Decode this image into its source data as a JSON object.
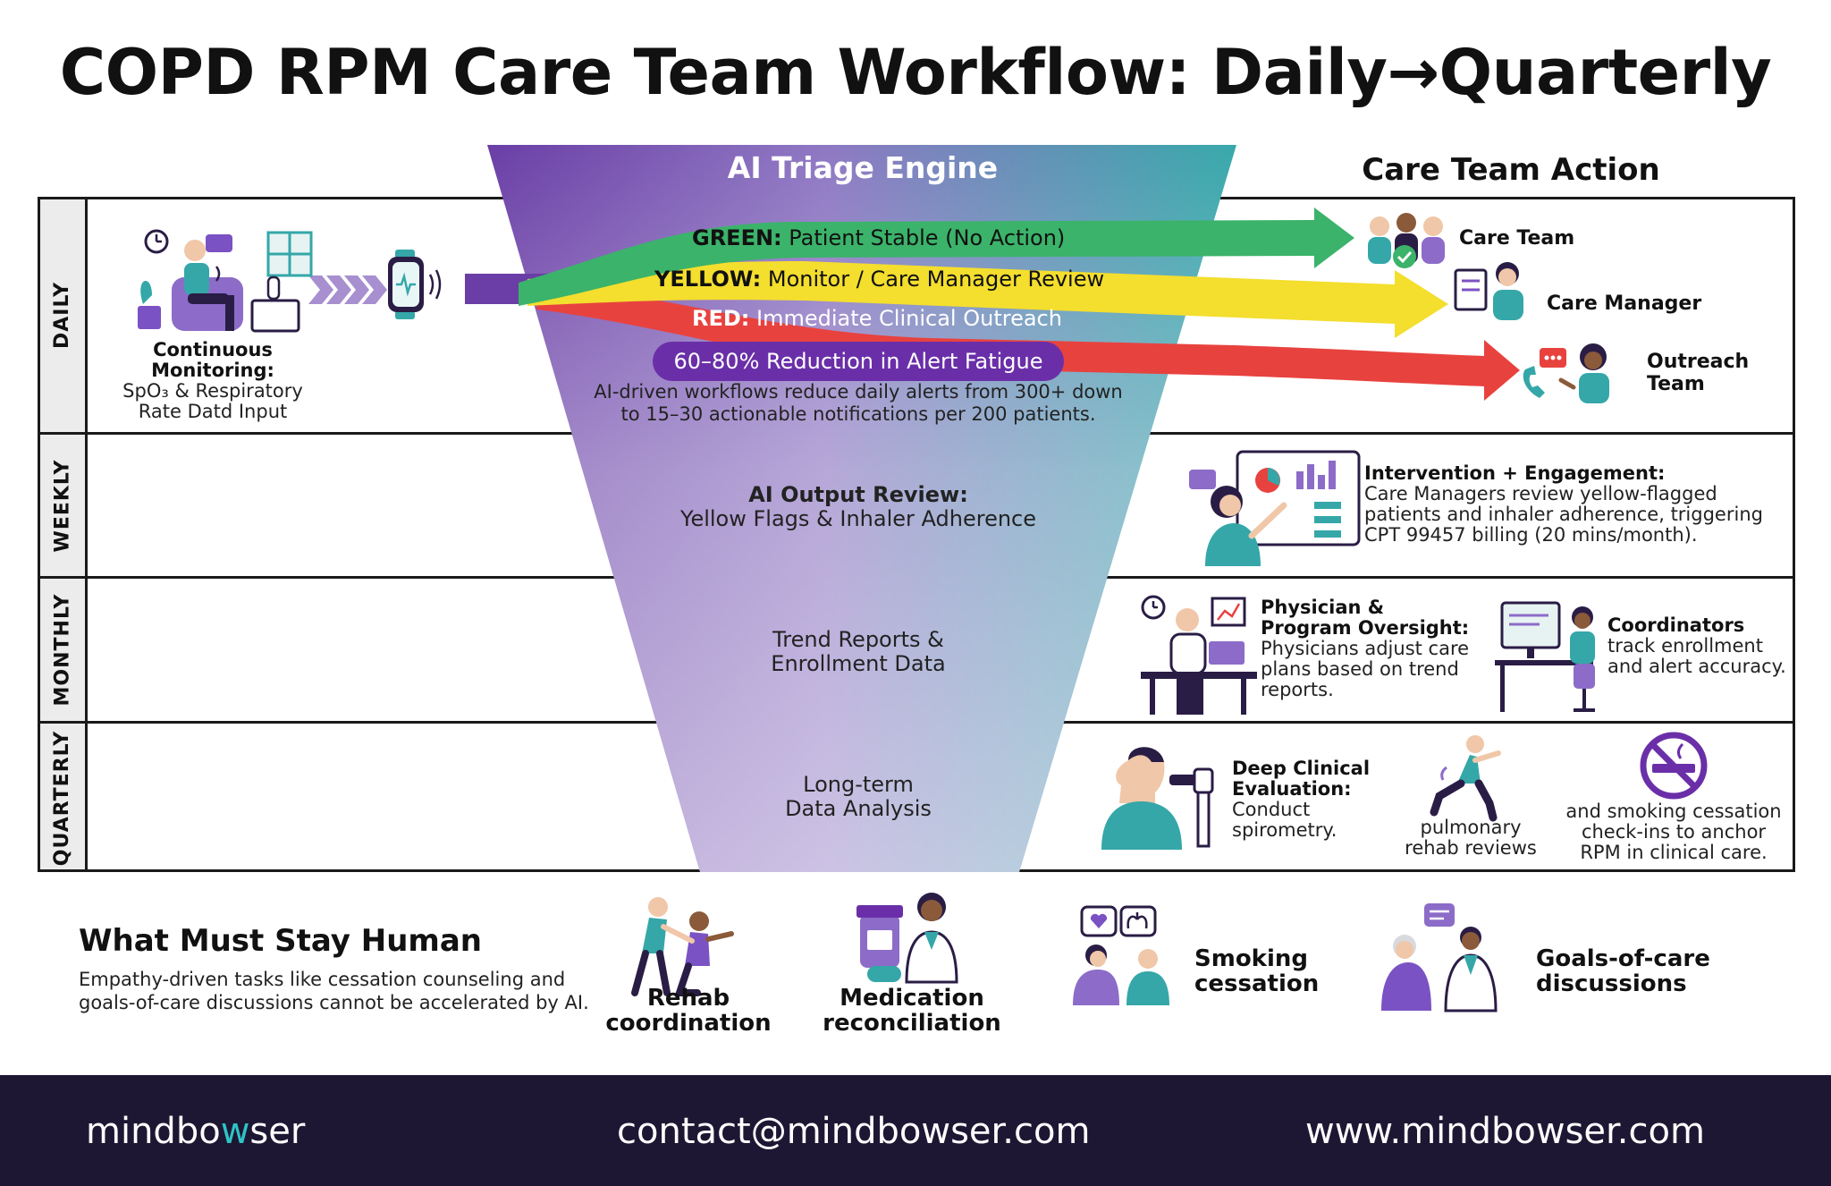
{
  "title": "COPD RPM Care Team Workflow: Daily→Quarterly",
  "columns": {
    "engine": "AI Triage Engine",
    "action": "Care Team Action"
  },
  "rows": {
    "daily": "DAILY",
    "weekly": "WEEKLY",
    "monthly": "MONTHLY",
    "quarterly": "QUARTERLY"
  },
  "daily": {
    "monitoring_title": "Continuous Monitoring:",
    "monitoring_line2": "SpO₃ & Respiratory",
    "monitoring_line3": "Rate Datd Input",
    "green_key": "GREEN:",
    "green_text": " Patient Stable (No Action)",
    "yellow_key": "YELLOW:",
    "yellow_text": " Monitor / Care Manager Review",
    "red_key": "RED:",
    "red_text": " Immediate Clinical Outreach",
    "pill": "60–80% Reduction in Alert Fatigue",
    "note_line1": "AI-driven workflows reduce daily alerts from 300+ down",
    "note_line2": "to 15–30 actionable notifications per 200 patients.",
    "care_team": "Care Team",
    "care_manager": "Care Manager",
    "outreach_line1": "Outreach",
    "outreach_line2": "Team"
  },
  "weekly": {
    "center_title": "AI Output Review:",
    "center_sub": "Yellow Flags & Inhaler Adherence",
    "action_title": "Intervention + Engagement:",
    "action_line1": "Care Managers review yellow-flagged",
    "action_line2": "patients and inhaler adherence, triggering",
    "action_line3": "CPT 99457 billing (20 mins/month)."
  },
  "monthly": {
    "center_line1": "Trend Reports &",
    "center_line2": "Enrollment Data",
    "phys_title1": "Physician &",
    "phys_title2": "Program Oversight:",
    "phys_line1": "Physicians adjust care",
    "phys_line2": "plans based on trend",
    "phys_line3": "reports.",
    "coord_title": "Coordinators",
    "coord_line1": "track enrollment",
    "coord_line2": "and alert accuracy."
  },
  "quarterly": {
    "center_line1": "Long-term",
    "center_line2": "Data Analysis",
    "deep_title1": "Deep Clinical",
    "deep_title2": "Evaluation:",
    "deep_line1": "Conduct",
    "deep_line2": "spirometry.",
    "rehab_line1": "pulmonary",
    "rehab_line2": "rehab reviews",
    "smoke_line1": "and smoking cessation",
    "smoke_line2": "check-ins to anchor",
    "smoke_line3": "RPM in clinical care."
  },
  "human": {
    "title": "What Must Stay Human",
    "desc_line1": "Empathy-driven tasks like cessation counseling and",
    "desc_line2": "goals-of-care discussions cannot be accelerated by AI.",
    "items": [
      {
        "line1": "Rehab",
        "line2": "coordination"
      },
      {
        "line1": "Medication",
        "line2": "reconciliation"
      },
      {
        "line1": "Smoking",
        "line2": "cessation"
      },
      {
        "line1": "Goals-of-care",
        "line2": "discussions"
      }
    ]
  },
  "footer": {
    "logo_a": "mindbo",
    "logo_w": "w",
    "logo_b": "ser",
    "email": "contact@mindbowser.com",
    "website": "www.mindbowser.com"
  },
  "colors": {
    "green": "#3bb36a",
    "yellow": "#f4de2e",
    "red": "#e8423f",
    "purple": "#6a2fa8",
    "teal": "#35a7a8",
    "footer": "#1e1733"
  }
}
